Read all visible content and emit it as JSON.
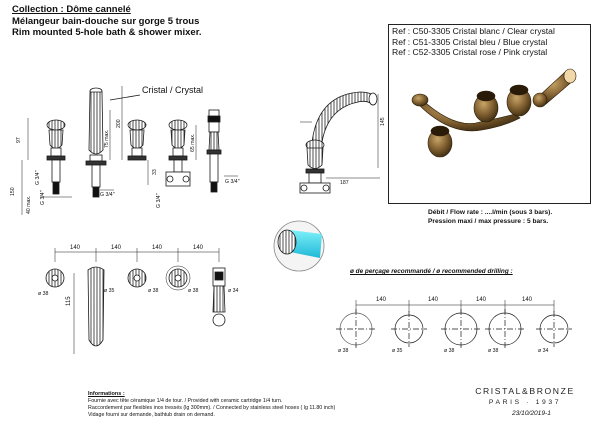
{
  "header": {
    "collection": "Collection : Dôme cannelé",
    "title_fr": "Mélangeur bain-douche sur gorge 5 trous",
    "title_en": "Rim mounted 5-hole bath & shower mixer."
  },
  "references": [
    "Ref : C50-3305 Cristal blanc / Clear crystal",
    "Ref : C51-3305 Cristal bleu / Blue crystal",
    "Ref : C52-3305 Cristal rose / Pink crystal"
  ],
  "crystal_label": "Cristal / Crystal",
  "flow": {
    "line1": "Débit / Flow rate : ....l/min (sous 3 bars).",
    "line2": "Pression maxi / max pressure : 5 bars."
  },
  "drilling_title": "ø de perçage recommandé / ø recommended drilling :",
  "info": {
    "title": "Informations :",
    "lines": [
      "Fournie avec tête céramique 1/4 de tour. / Provided with ceramic cartridge 1/4 turn.",
      "Raccordement par flexibles inox tressés (lg 300mm). / Connected by stainless steel hoses ( lg 11.80 inch)",
      "Vidage fourni sur demande, bathtub drain on demand."
    ]
  },
  "brand": {
    "name": "CRISTAL&BRONZE",
    "sub": "PARIS · 1937"
  },
  "date": "23/10/2019-1",
  "dims": {
    "d97": "97",
    "d150": "150",
    "d75": "75 max.",
    "d200": "200",
    "d65": "65 max.",
    "g34a": "G 3/4\"",
    "g34b": "G 3/4\"",
    "g34c": "G 3/4\"",
    "g34d": "G 3/4\"",
    "d33": "33",
    "d40": "40 max.",
    "d145": "145",
    "d187": "187",
    "d140": "140",
    "d115": "115",
    "d38": "ø 38",
    "d35": "ø 35",
    "d34": "ø 34"
  },
  "colors": {
    "line": "#1a1a1a",
    "crystal_blue": "#2fd6e6",
    "bronze": "#6a4e24"
  }
}
